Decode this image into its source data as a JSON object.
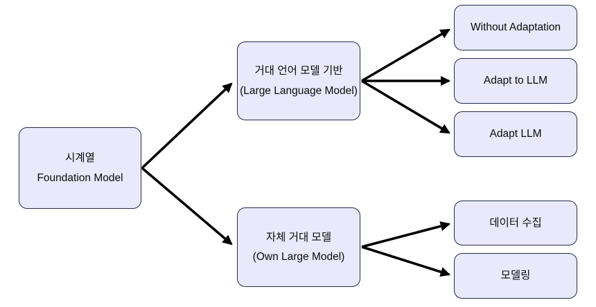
{
  "colors": {
    "background": "#ffffff",
    "box_fill": "#e9e9fb",
    "box_border": "#252a4a",
    "arrow": "#000000",
    "text": "#0b0b0b"
  },
  "nodes": {
    "root": {
      "title": "시계열",
      "subtitle": "Foundation Model"
    },
    "llm_branch": {
      "title": "거대 언어 모델 기반",
      "subtitle": "(Large Language Model)"
    },
    "own_branch": {
      "title": "자체 거대 모델",
      "subtitle": "(Own Large Model)"
    },
    "leaves": [
      {
        "label": "Without Adaptation"
      },
      {
        "label": "Adapt to LLM"
      },
      {
        "label": "Adapt LLM"
      },
      {
        "label": "데이터 수집"
      },
      {
        "label": "모델링"
      }
    ]
  }
}
